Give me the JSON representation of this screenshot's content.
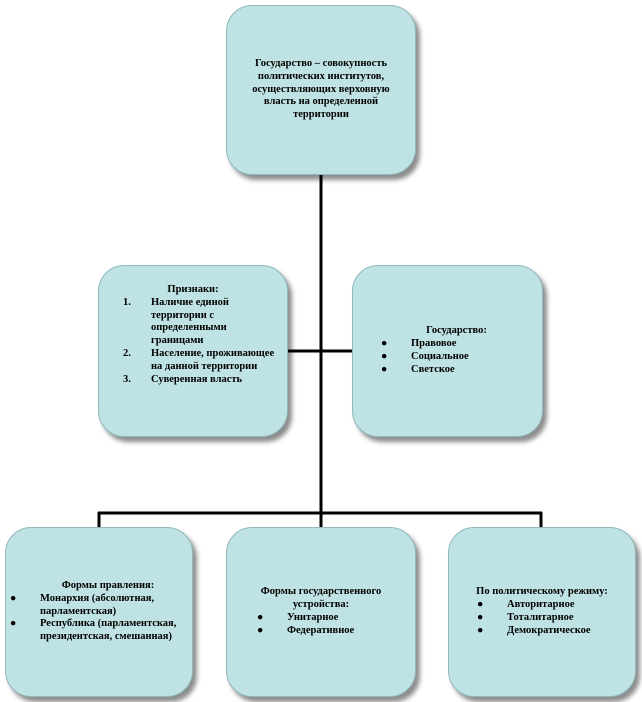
{
  "diagram": {
    "main": {
      "text": "Государство – совокупность политических институтов, осуществляющих верховную власть на определенной территории"
    },
    "signs": {
      "title": "Признаки:",
      "items": [
        {
          "num": "1.",
          "text": "Наличие единой территории с определенными границами"
        },
        {
          "num": "2.",
          "text": "Население, проживающее на данной территории"
        },
        {
          "num": "3.",
          "text": "Суверенная власть"
        }
      ]
    },
    "types": {
      "title": "Государство:",
      "items": [
        "Правовое",
        "Социальное",
        "Светское"
      ]
    },
    "government": {
      "title": "Формы правления:",
      "items": [
        "Монархия (абсолютная, парламентская)",
        "Республика (парламентская, президентская, смешанная)"
      ]
    },
    "structure": {
      "title": "Формы государственного устройства:",
      "items": [
        "Унитарное",
        "Федеративное"
      ]
    },
    "regime": {
      "title": "По политическому режиму:",
      "items": [
        "Авторитарное",
        "Тоталитарное",
        "Демократическое"
      ]
    },
    "bullet_glyph": "●",
    "colors": {
      "box_fill": "#bfe2e4",
      "box_border": "#8fb9bc",
      "connector": "#000000"
    }
  }
}
